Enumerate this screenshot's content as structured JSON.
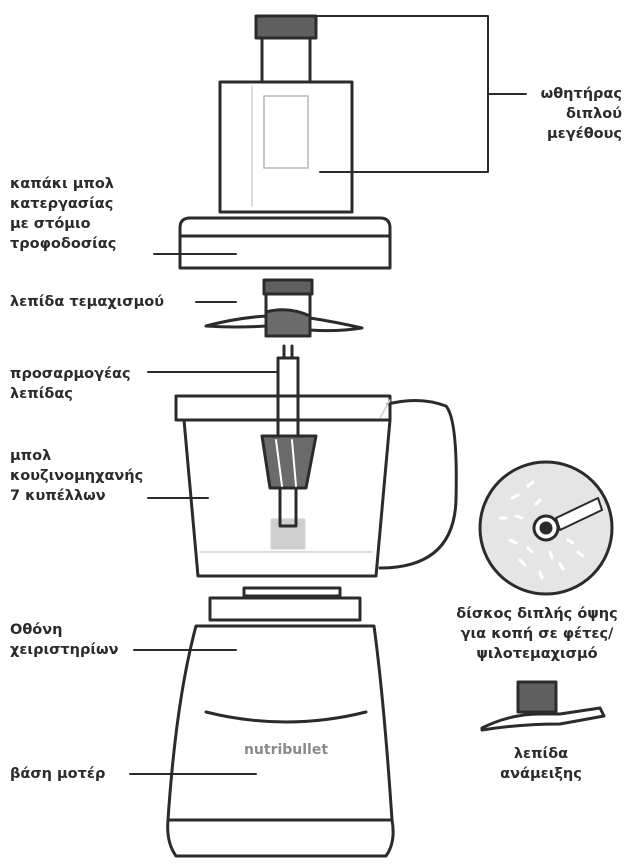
{
  "brand": "nutribullet",
  "colors": {
    "outline": "#2b2b2b",
    "dark_part": "#5f5f5f",
    "accent_fill": "#9a9a9a",
    "white": "#ffffff"
  },
  "labels": {
    "pusher": [
      "ωθητήρας",
      "διπλού",
      "μεγέθους"
    ],
    "lid": [
      "καπάκι μπολ",
      "κατεργασίας",
      "με στόμιο",
      "τροφοδοσίας"
    ],
    "chopping_blade": [
      "λεπίδα τεμαχισμού"
    ],
    "blade_adapter": [
      "προσαρμογέας",
      "λεπίδας"
    ],
    "bowl": [
      "μπολ",
      "κουζινομηχανής",
      "7 κυπέλλων"
    ],
    "control_panel": [
      "Οθόνη",
      "χειριστηρίων"
    ],
    "motor_base": [
      "βάση μοτέρ"
    ],
    "disc": [
      "δίσκος διπλής όψης",
      "για κοπή σε φέτες/",
      "ψιλοτεμαχισμό"
    ],
    "dough_blade": [
      "λεπίδα",
      "ανάμειξης"
    ]
  }
}
